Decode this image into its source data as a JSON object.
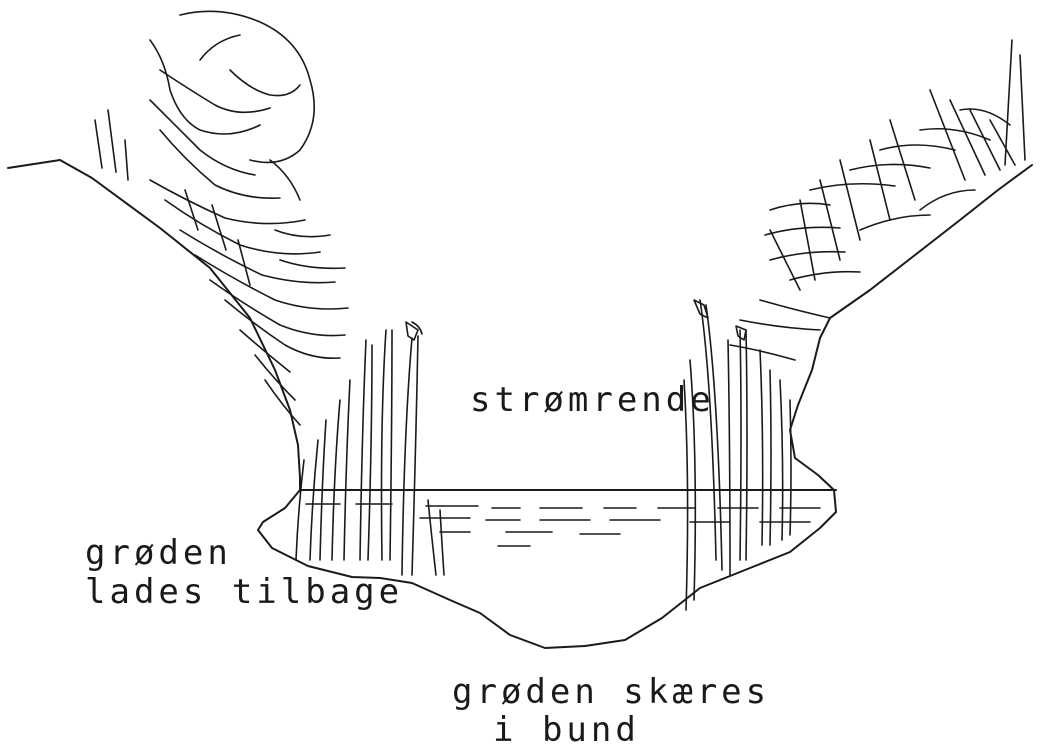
{
  "labels": {
    "channel": "strømrende",
    "left_line1": "grøden",
    "left_line2": "lades tilbage",
    "bottom_line1": "grøden skæres",
    "bottom_line2": "i bund"
  },
  "colors": {
    "ink": "#1a1a1a",
    "background": "#ffffff"
  }
}
